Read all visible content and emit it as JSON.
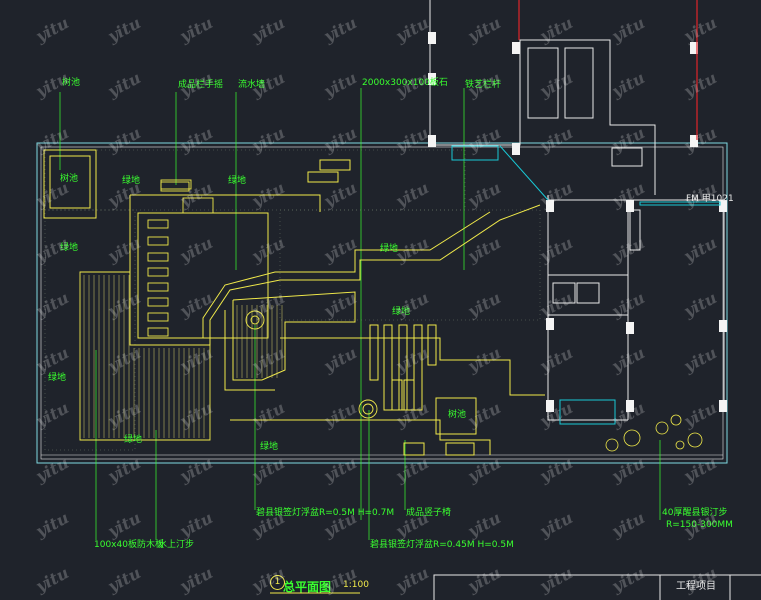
{
  "callouts": {
    "tree_pool_top": "树池",
    "handrail": "成品栏手摇",
    "water_wall": "流水墙",
    "slab": "2000x300x100板石",
    "iron_railing": "铁艺栏杆",
    "fm": "FM 甲1021",
    "deck": "100x40板防木板",
    "water_step": "水上汀步",
    "pool_light": "碧县银签灯浮盆R=0.5M H=0.7M",
    "bench": "成品竖子椅",
    "pool_light2": "碧县银签灯浮盆R=0.45M H=0.5M",
    "stepping": "40厚醒县银汀步",
    "stepping_size": "R=150-300MM"
  },
  "area_labels": {
    "tree_pool": "树池",
    "green_a": "绿地",
    "green_b": "绿地",
    "green_c": "绿地",
    "green_d": "绿地",
    "green_e": "绿地",
    "green_f": "绿地",
    "green_g": "绿地",
    "green_h": "绿地",
    "tree_pool_bottom": "树池"
  },
  "title": {
    "number": "1",
    "name": "总平面图",
    "scale": "1:100"
  },
  "title_block": {
    "project": "工程项目"
  },
  "watermark": "yitu",
  "colors": {
    "background": "#1f232b",
    "yellow_line": "#f0e94a",
    "green_text": "#39ff2f",
    "cyan_line": "#19c9d6",
    "red_line": "#e0242a",
    "white_line": "#e8e8e8"
  }
}
